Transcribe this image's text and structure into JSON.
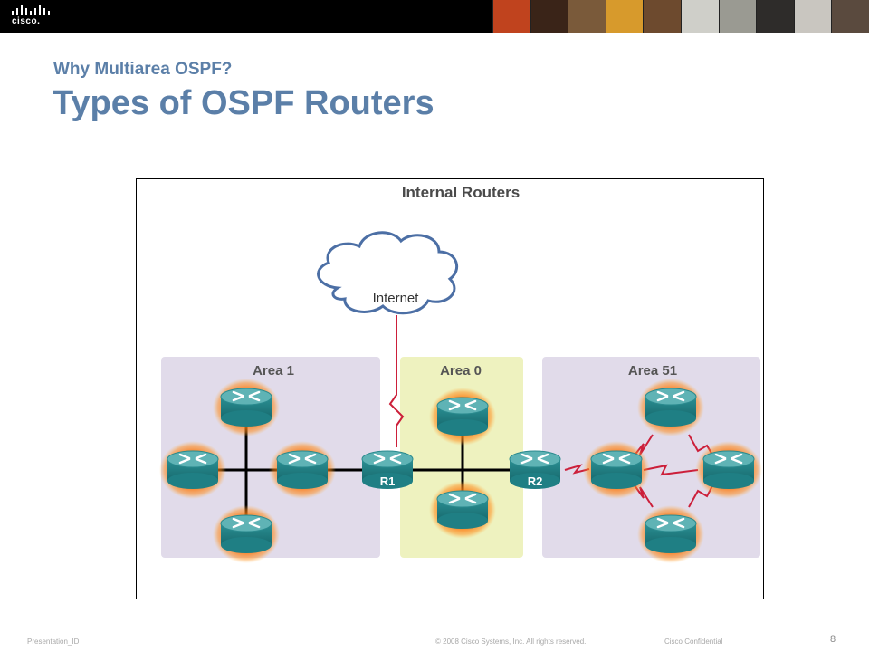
{
  "header": {
    "logo_text": "cisco.",
    "photo_tiles": [
      "#c0431e",
      "#3a2418",
      "#7a5a3a",
      "#d79a2c",
      "#6d4a2e",
      "#cfcfc9",
      "#9a9a92",
      "#2e2c2a",
      "#c9c6c0",
      "#5a4a3e"
    ]
  },
  "slide": {
    "subtitle": "Why Multiarea OSPF?",
    "title": "Types of OSPF Routers"
  },
  "diagram": {
    "title": "Internal Routers",
    "cloud_label": "Internet",
    "areas": [
      {
        "id": "area1",
        "label": "Area 1",
        "color": "#e1dbea"
      },
      {
        "id": "area0",
        "label": "Area 0",
        "color": "#eef2bf"
      },
      {
        "id": "area51",
        "label": "Area 51",
        "color": "#e1dbea"
      }
    ],
    "routers": [
      {
        "id": "r1",
        "label": "R1",
        "highlighted": false
      },
      {
        "id": "r2",
        "label": "R2",
        "highlighted": false
      },
      {
        "id": "a1-top",
        "label": "",
        "highlighted": true
      },
      {
        "id": "a1-left",
        "label": "",
        "highlighted": true
      },
      {
        "id": "a1-right",
        "label": "",
        "highlighted": true
      },
      {
        "id": "a1-bottom",
        "label": "",
        "highlighted": true
      },
      {
        "id": "a0-top",
        "label": "",
        "highlighted": true
      },
      {
        "id": "a0-bottom",
        "label": "",
        "highlighted": true
      },
      {
        "id": "a51-top",
        "label": "",
        "highlighted": true
      },
      {
        "id": "a51-left",
        "label": "",
        "highlighted": true
      },
      {
        "id": "a51-right",
        "label": "",
        "highlighted": true
      },
      {
        "id": "a51-bottom",
        "label": "",
        "highlighted": true
      }
    ],
    "colors": {
      "router_body": "#1f7f84",
      "router_top": "#5fb3b5",
      "glow": "#ff6a00",
      "serial_link": "#cc1f3a",
      "ethernet_link": "#000000",
      "cloud_stroke": "#4c6fa5"
    }
  },
  "footer": {
    "presentation_id": "Presentation_ID",
    "copyright": "© 2008 Cisco Systems, Inc. All rights reserved.",
    "confidential": "Cisco Confidential",
    "page_number": "8"
  }
}
